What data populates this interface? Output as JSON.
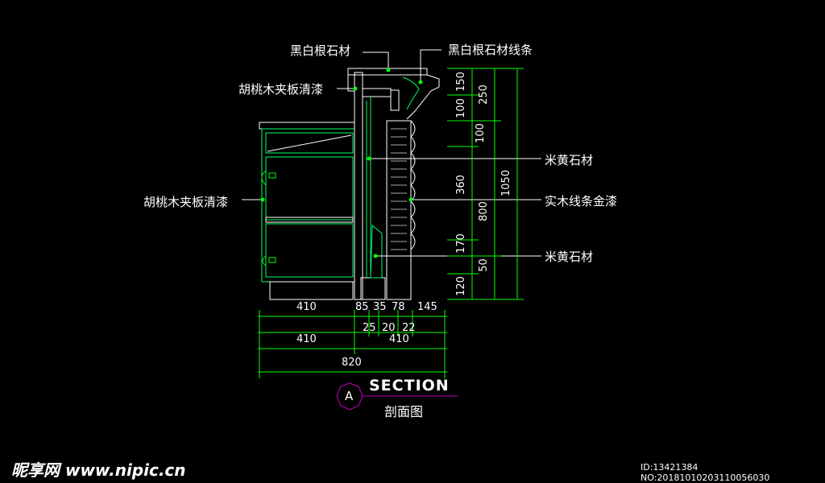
{
  "labels": {
    "stone_top": "黑白根石材",
    "stone_molding": "黑白根石材线条",
    "walnut_upper": "胡桃木夹板清漆",
    "walnut_left": "胡桃木夹板清漆",
    "beige_stone_1": "米黄石材",
    "solid_wood_gold": "实木线条金漆",
    "beige_stone_2": "米黄石材"
  },
  "dims": {
    "v1": [
      "150",
      "100",
      "100",
      "360",
      "170",
      "120"
    ],
    "v2": [
      "250",
      "800",
      "50"
    ],
    "v3": [
      "1050"
    ],
    "h1": [
      "410",
      "85",
      "35",
      "78",
      "145"
    ],
    "h2": [
      "25",
      "20",
      "22"
    ],
    "h3": [
      "410",
      "410"
    ],
    "h4": [
      "820"
    ]
  },
  "section": {
    "letter": "A",
    "title": "SECTION",
    "subtitle": "剖面图"
  },
  "watermark": {
    "site": "昵享网 www.nipic.cn",
    "id": "ID:13421384 NO:20181010203110056030"
  },
  "colors": {
    "background": "#000000",
    "dimension": "#00ff00",
    "outline": "#ffffff",
    "section_marker": "#c000c0"
  }
}
